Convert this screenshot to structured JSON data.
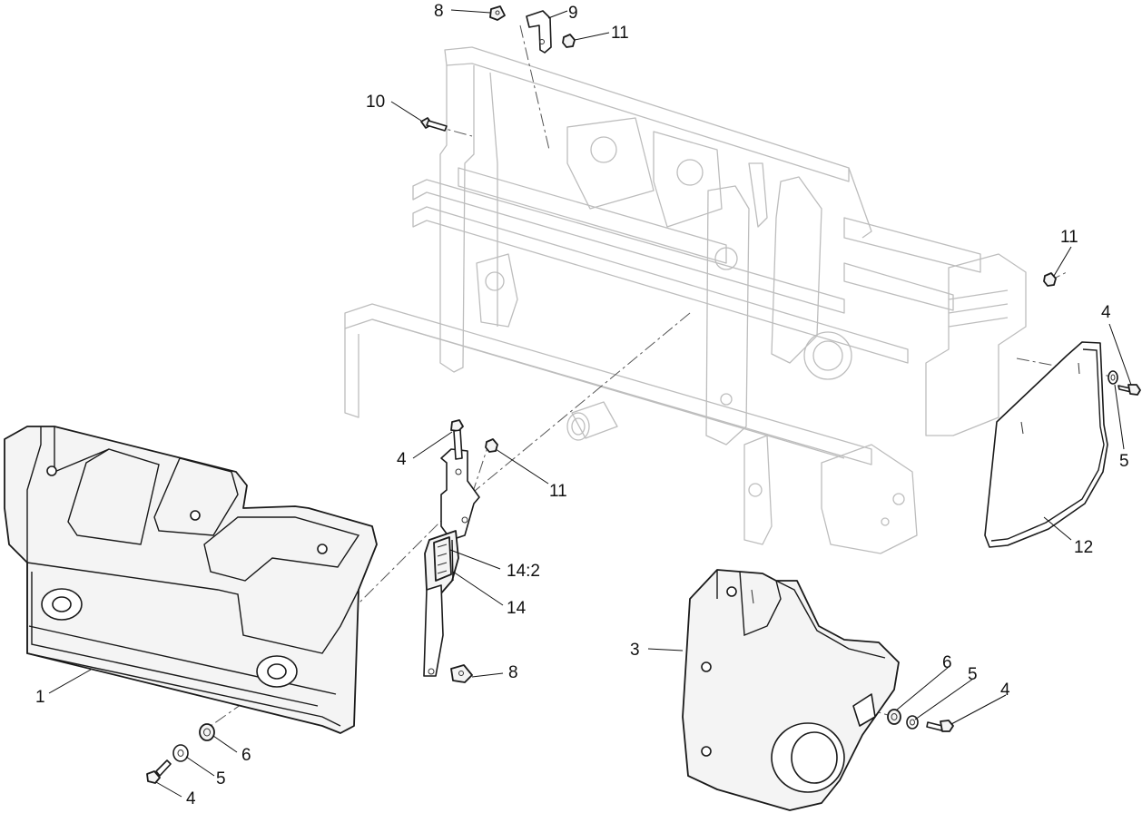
{
  "diagram": {
    "callouts": [
      {
        "id": "c-8-top",
        "text": "8"
      },
      {
        "id": "c-9",
        "text": "9"
      },
      {
        "id": "c-11-top",
        "text": "11"
      },
      {
        "id": "c-10",
        "text": "10"
      },
      {
        "id": "c-11-right",
        "text": "11"
      },
      {
        "id": "c-4-right",
        "text": "4"
      },
      {
        "id": "c-5-right",
        "text": "5"
      },
      {
        "id": "c-12",
        "text": "12"
      },
      {
        "id": "c-4-mid",
        "text": "4"
      },
      {
        "id": "c-11-mid",
        "text": "11"
      },
      {
        "id": "c-14-2",
        "text": "14:2"
      },
      {
        "id": "c-14",
        "text": "14"
      },
      {
        "id": "c-8-bottom",
        "text": "8"
      },
      {
        "id": "c-3",
        "text": "3"
      },
      {
        "id": "c-6-right",
        "text": "6"
      },
      {
        "id": "c-5-lower",
        "text": "5"
      },
      {
        "id": "c-4-lower",
        "text": "4"
      },
      {
        "id": "c-1",
        "text": "1"
      },
      {
        "id": "c-6-left",
        "text": "6"
      },
      {
        "id": "c-5-left",
        "text": "5"
      },
      {
        "id": "c-4-left",
        "text": "4"
      }
    ]
  }
}
